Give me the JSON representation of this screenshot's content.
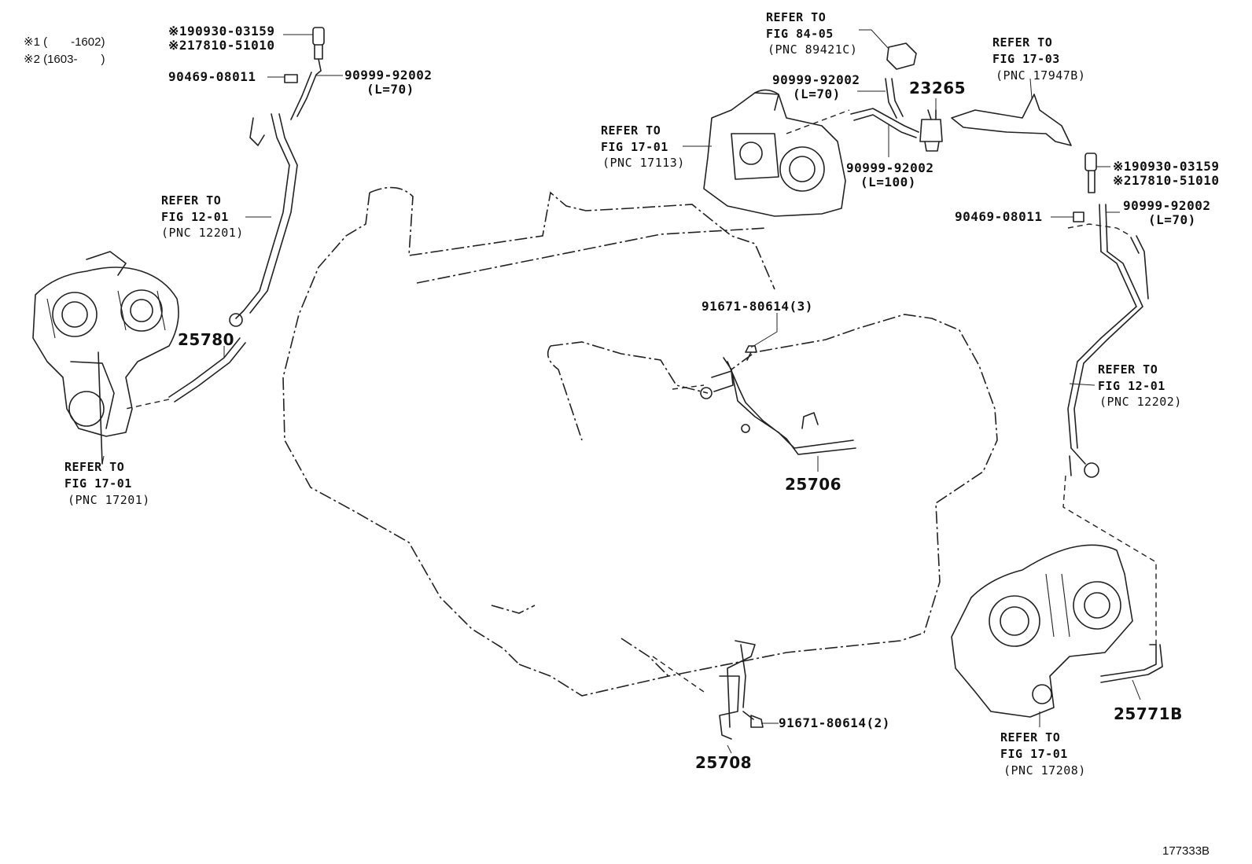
{
  "diagram_id": "177333B",
  "notes": {
    "note1": "※1 (　　-1602)",
    "note2": "※2 (1603-　　)"
  },
  "callouts": {
    "tl_sensor_1": "※190930-03159",
    "tl_sensor_2": "※217810-51010",
    "tl_clamp": "90469-08011",
    "tl_hose": "90999-92002",
    "tl_hose_len": "(L=70)",
    "ref_fig12_01_left": [
      "REFER TO",
      "FIG 12-01",
      "(PNC 12201)"
    ],
    "hose_25780": "25780",
    "ref_fig17_01_left": [
      "REFER TO",
      "FIG 17-01",
      "(PNC 17201)"
    ],
    "ref_fig84_05": [
      "REFER TO",
      "FIG 84-05",
      "(PNC 89421C)"
    ],
    "tc_hose_a": "90999-92002",
    "tc_hose_a_len": "(L=70)",
    "valve_23265": "23265",
    "ref_fig17_03": [
      "REFER TO",
      "FIG 17-03",
      "(PNC 17947B)"
    ],
    "ref_fig17_01_mid": [
      "REFER TO",
      "FIG 17-01",
      "(PNC 17113)"
    ],
    "tc_hose_b": "90999-92002",
    "tc_hose_b_len": "(L=100)",
    "tr_sensor_1": "※190930-03159",
    "tr_sensor_2": "※217810-51010",
    "tr_clamp": "90469-08011",
    "tr_hose": "90999-92002",
    "tr_hose_len": "(L=70)",
    "bolt_upper": "91671-80614(3)",
    "pipe_25706": "25706",
    "ref_fig12_01_right": [
      "REFER TO",
      "FIG 12-01",
      "(PNC 12202)"
    ],
    "bolt_lower": "91671-80614(2)",
    "bracket_25708": "25708",
    "hose_25771B": "25771B",
    "ref_fig17_01_right": [
      "REFER TO",
      "FIG 17-01",
      "(PNC 17208)"
    ]
  }
}
